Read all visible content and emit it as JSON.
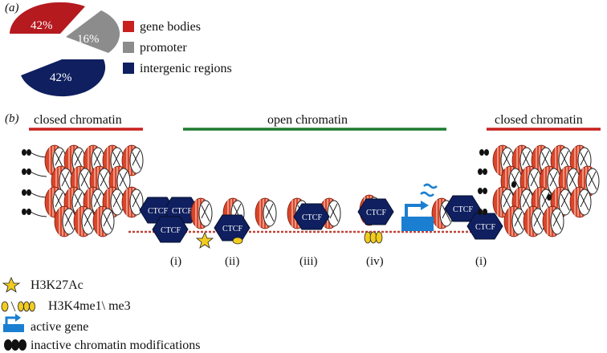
{
  "panel_a": {
    "label": "(a)",
    "chart_data": {
      "type": "pie",
      "slices": [
        {
          "label": "gene bodies",
          "value": 42,
          "text": "42%",
          "color": "#b51a1f"
        },
        {
          "label": "promoter",
          "value": 16,
          "text": "16%",
          "color": "#8c8c8c"
        },
        {
          "label": "intergenic regions",
          "value": 42,
          "text": "42%",
          "color": "#0f1f5f"
        }
      ],
      "legend": [
        "gene bodies",
        "promoter",
        "intergenic regions"
      ]
    }
  },
  "panel_b": {
    "label": "(b)",
    "region_left": "closed chromatin",
    "region_center": "open chromatin",
    "region_right": "closed chromatin",
    "ctcf": "CTCF",
    "sites": [
      "(i)",
      "(ii)",
      "(iii)",
      "(iv)",
      "(i)"
    ]
  },
  "legend_b": [
    {
      "icon": "star-icon",
      "label": "H3K27Ac"
    },
    {
      "icon": "oval-marks-icon",
      "label": "H3K4me1\\ me3"
    },
    {
      "icon": "arrow-gene-icon",
      "label": "active gene"
    },
    {
      "icon": "black-dots-icon",
      "label": "inactive chromatin modifications"
    }
  ],
  "colors": {
    "red": "#c8201f",
    "green": "#1e7a2e",
    "navy": "#0f1f5f",
    "gray": "#8c8c8c",
    "nucleosome": "#e25a3a",
    "yellow": "#f1cc1f",
    "blue": "#1a7fd0"
  }
}
